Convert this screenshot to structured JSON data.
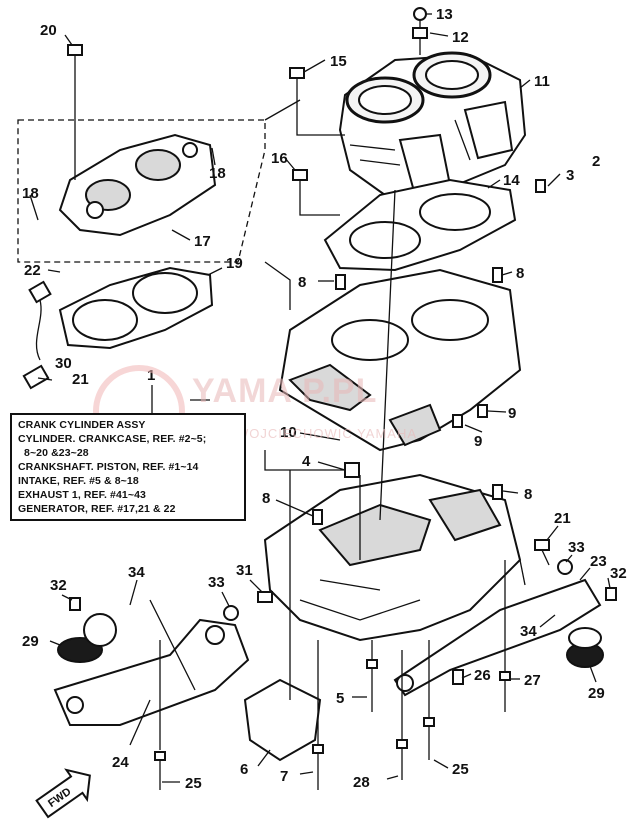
{
  "diagram": {
    "callouts": [
      "20",
      "13",
      "12",
      "15",
      "11",
      "2",
      "3",
      "16",
      "14",
      "18",
      "18",
      "17",
      "19",
      "22",
      "8",
      "8",
      "30",
      "21",
      "1",
      "10",
      "4",
      "9",
      "9",
      "8",
      "8",
      "31",
      "33",
      "32",
      "34",
      "29",
      "24",
      "25",
      "6",
      "7",
      "5",
      "28",
      "25",
      "26",
      "27",
      "21",
      "33",
      "23",
      "32",
      "34",
      "29"
    ],
    "legend": {
      "lines": [
        "CRANK CYLINDER ASSY",
        "CYLINDER. CRANKCASE, REF. #2~5;",
        "8~20 &23~28",
        "CRANKSHAFT. PISTON, REF. #1~14",
        "INTAKE, REF. #5 & 8~18",
        "EXHAUST 1, REF. #41~43",
        "GENERATOR, REF. #17,21 & 22"
      ]
    },
    "fwd_label": "FWD",
    "watermark": {
      "main": "YAMA     P.PL",
      "sub": "WOJCIECHOWIC                 YAMAHA"
    }
  }
}
